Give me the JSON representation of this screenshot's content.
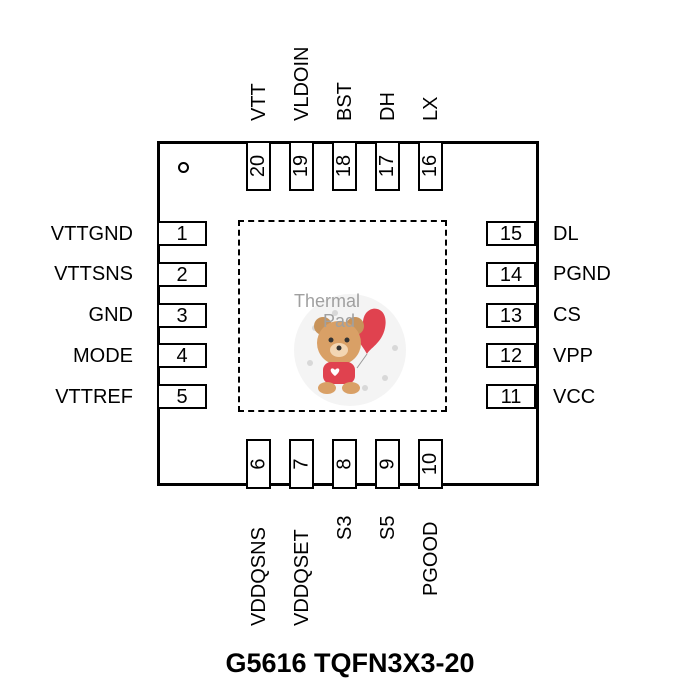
{
  "title": "G5616 TQFN3X3-20",
  "thermal_pad": {
    "line1": "Thermal",
    "line2": "Pad"
  },
  "pins": {
    "left": [
      {
        "num": "1",
        "name": "VTTGND"
      },
      {
        "num": "2",
        "name": "VTTSNS"
      },
      {
        "num": "3",
        "name": "GND"
      },
      {
        "num": "4",
        "name": "MODE"
      },
      {
        "num": "5",
        "name": "VTTREF"
      }
    ],
    "bottom": [
      {
        "num": "6",
        "name": "VDDQSNS"
      },
      {
        "num": "7",
        "name": "VDDQSET"
      },
      {
        "num": "8",
        "name": "S3"
      },
      {
        "num": "9",
        "name": "S5"
      },
      {
        "num": "10",
        "name": "PGOOD"
      }
    ],
    "right": [
      {
        "num": "15",
        "name": "DL"
      },
      {
        "num": "14",
        "name": "PGND"
      },
      {
        "num": "13",
        "name": "CS"
      },
      {
        "num": "12",
        "name": "VPP"
      },
      {
        "num": "11",
        "name": "VCC"
      }
    ],
    "top": [
      {
        "num": "20",
        "name": "VTT"
      },
      {
        "num": "19",
        "name": "VLDOIN"
      },
      {
        "num": "18",
        "name": "BST"
      },
      {
        "num": "17",
        "name": "DH"
      },
      {
        "num": "16",
        "name": "LX"
      }
    ]
  }
}
